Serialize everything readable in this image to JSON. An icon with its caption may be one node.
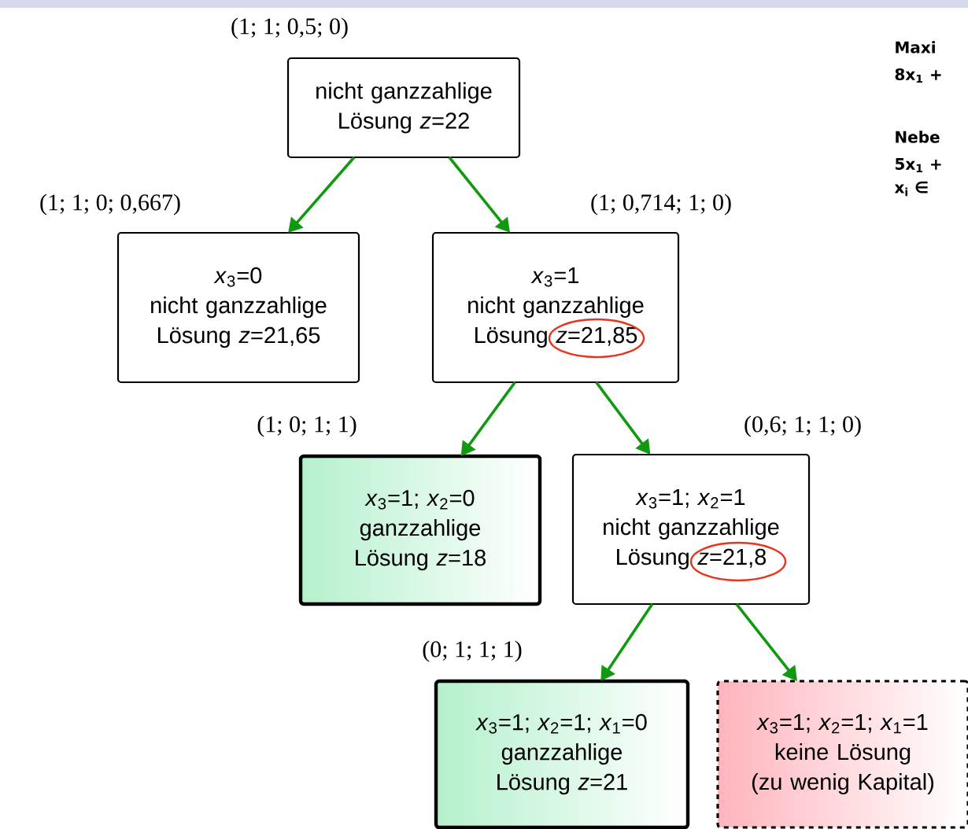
{
  "diagram": {
    "nodes": [
      {
        "text": [
          "nicht ganzzahlige Lösung *z*=22"
        ],
        "beside": [
          "(1; 1; 0,5; 0)"
        ]
      },
      {
        "text": [
          "*x*$_{3}$=0",
          "nicht ganzzahlige Lösung *z*=21,65"
        ],
        "beside": [
          "(1; 1; 0; 0,667)"
        ]
      },
      {
        "text": [
          "*x*$_{3}$=1",
          "nicht ganzzahlige Lösung *z*=21,85"
        ],
        "beside": [
          "(1; 0,714; 1; 0)"
        ]
      },
      {
        "text": [
          "*x*$_{3}$=1; *x*$_{2}$=0",
          "ganzzahlige Lösung *z*=18"
        ],
        "beside": [
          "(1; 0; 1; 1)"
        ]
      },
      {
        "text": [
          "*x*$_{3}$=1; *x*$_{2}$=1",
          "nicht ganzzahlige Lösung *z*=21,8"
        ],
        "beside": [
          "(0,6; 1; 1; 0)"
        ]
      },
      {
        "text": [
          "*x*$_{3}$=1; *x*$_{2}$=1; *x*$_{1}$=0",
          "ganzzahlige Lösung *z*=21"
        ],
        "beside": [
          "(0; 1; 1; 1)"
        ]
      },
      {
        "text": [
          "*x*$_{3}$=1; *x*$_{2}$=1; *x*$_{1}$=1",
          "keine Lösung",
          "(zu wenig Kapital)"
        ]
      }
    ],
    "edges": [
      {
        "from": 0,
        "to": 1,
        "arrow": "to"
      },
      {
        "from": 0,
        "to": 2,
        "arrow": "to"
      },
      {
        "from": 2,
        "to": 3,
        "arrow": "to"
      },
      {
        "from": 2,
        "to": 4,
        "arrow": "to"
      },
      {
        "from": 4,
        "to": 5,
        "arrow": "to"
      },
      {
        "from": 4,
        "to": 6,
        "arrow": "to"
      }
    ],
    "labels": [
      "Maxi",
      "8x$_{1}$ +",
      "Nebe",
      "5x$_{1}$ +",
      "x$_{i}$ ∈"
    ]
  }
}
